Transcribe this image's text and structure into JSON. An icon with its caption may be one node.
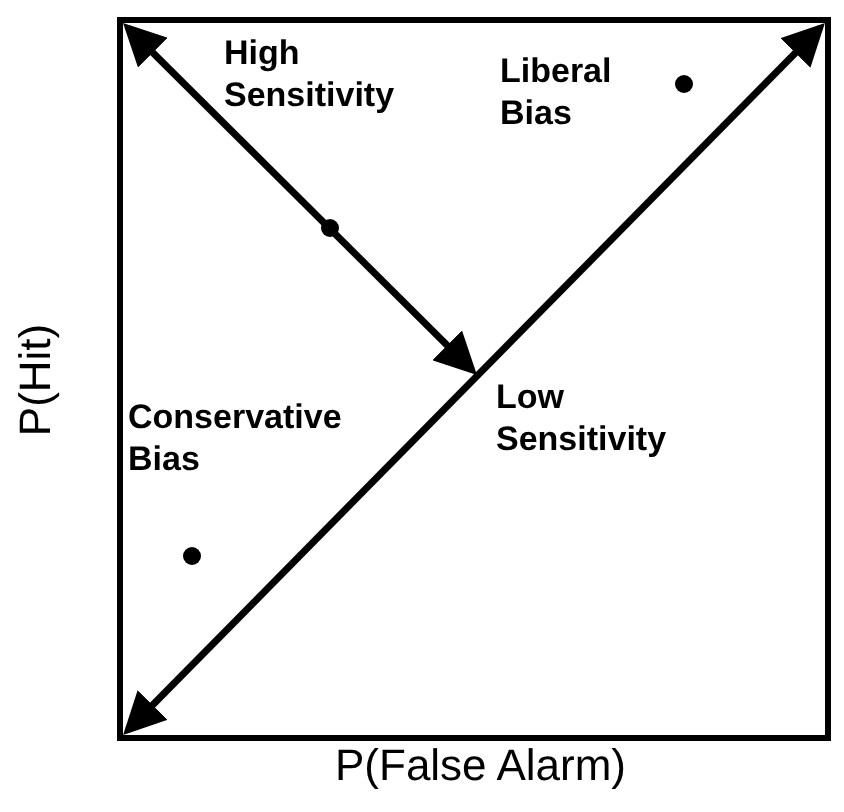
{
  "diagram": {
    "labels": [
      "High Sensitivity",
      "Liberal Bias",
      "Conservative Bias",
      "Low Sensitivity",
      "P(Hit)",
      "P(False Alarm)"
    ]
  }
}
